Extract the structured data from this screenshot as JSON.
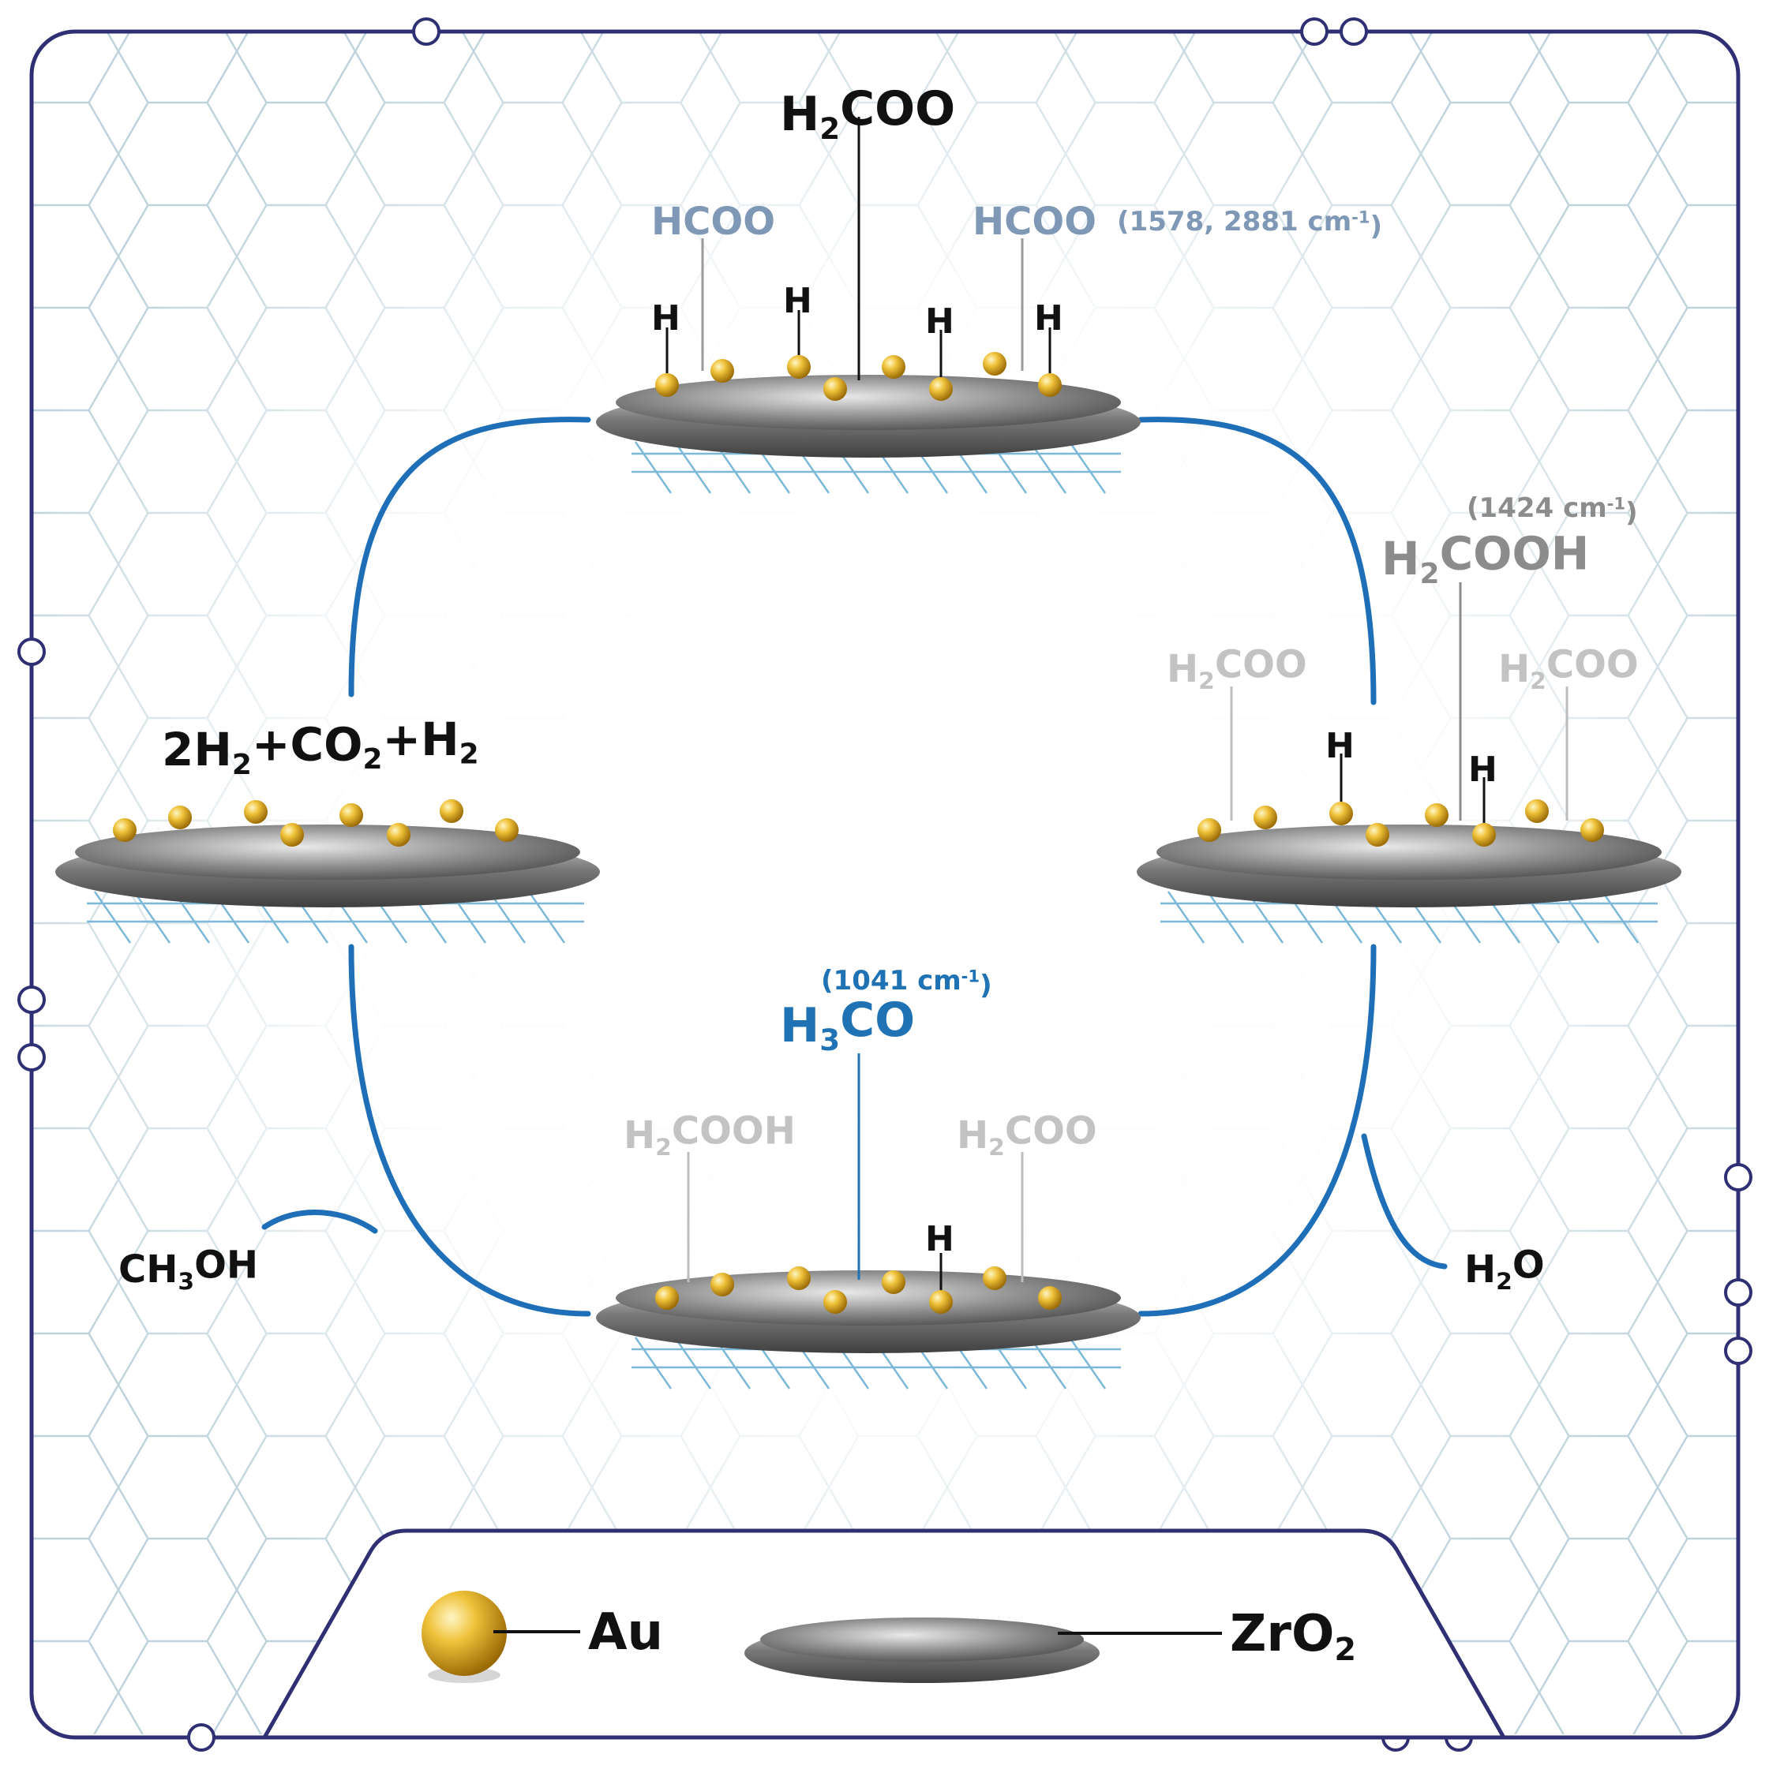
{
  "colors": {
    "frame": "#2f2f74",
    "cycle_arrow": "#1f6fb8",
    "au_particle": "#e8b628",
    "zro2_support": "#8a8a8a",
    "honeycomb": "#a9c4cf"
  },
  "top_cluster": {
    "main_label": "H2COO",
    "hcoo_left": "HCOO",
    "hcoo_right": "HCOO",
    "wavenumber": "(1578, 2881 cm-1)",
    "h_label": "H"
  },
  "left_cluster": {
    "label": "2H2+CO2+H2"
  },
  "right_cluster": {
    "main_label": "H2COOH",
    "wavenumber": "(1424 cm-1)",
    "side_left": "H2COO",
    "side_right": "H2COO",
    "h_label": "H"
  },
  "bottom_cluster": {
    "main_label": "H3CO",
    "wavenumber": "(1041 cm-1)",
    "side_left": "H2COOH",
    "side_right": "H2COO",
    "h_label": "H"
  },
  "products": {
    "left": "CH3OH",
    "right": "H2O"
  },
  "legend": {
    "au_label": "Au",
    "zro2_label": "ZrO2"
  }
}
